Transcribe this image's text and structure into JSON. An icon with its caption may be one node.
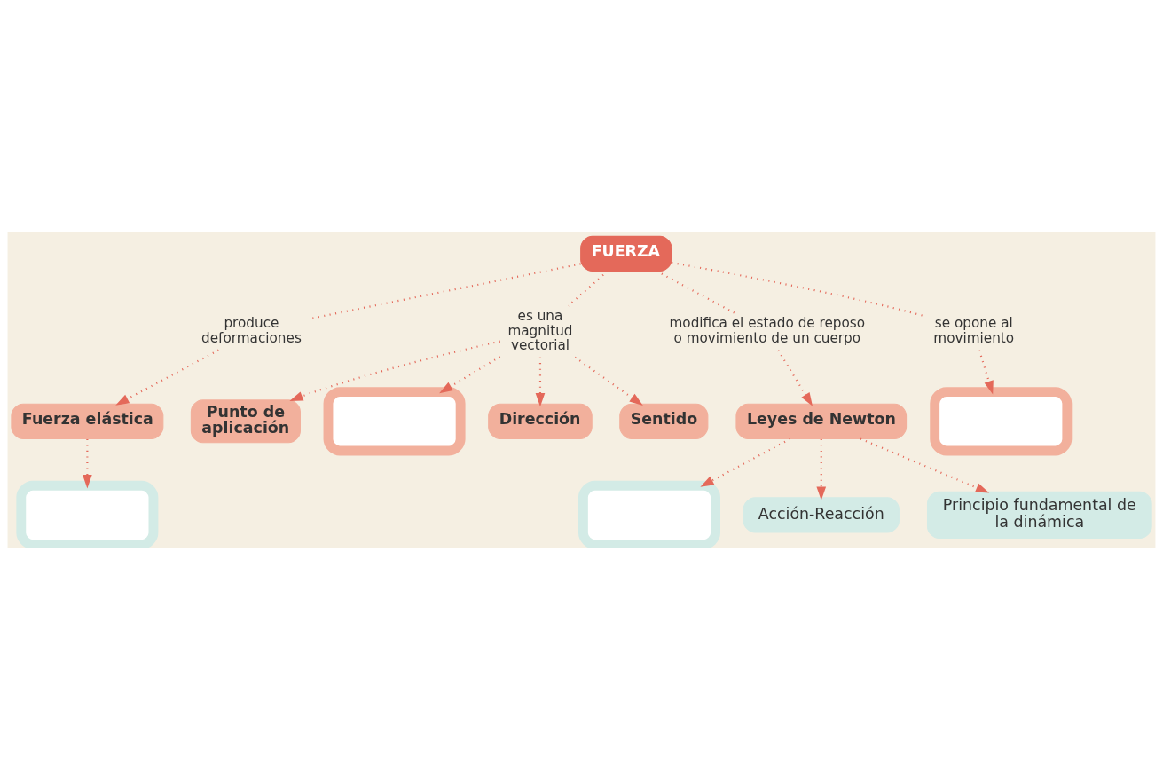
{
  "diagram": {
    "nodes": [
      {
        "text": [
          "FUERZA"
        ]
      },
      {
        "text": [
          "produce deformaciones"
        ]
      },
      {
        "text": [
          "es una magnitud vectorial"
        ]
      },
      {
        "text": [
          "modifica el estado de reposo o movimiento de un cuerpo"
        ]
      },
      {
        "text": [
          "se opone al movimiento"
        ]
      },
      {
        "text": [
          "Fuerza elástica"
        ]
      },
      {
        "text": [
          "Leyes de Newton"
        ]
      },
      {
        "text": [],
        "shape": "box"
      },
      {
        "text": [
          "Punto de aplicación"
        ]
      },
      {
        "text": [],
        "shape": "box"
      },
      {
        "text": [],
        "shape": "box"
      },
      {
        "text": [],
        "shape": "box"
      },
      {
        "text": [
          "Acción-Reacción"
        ]
      },
      {
        "text": [
          "Dirección"
        ]
      },
      {
        "text": [
          "Sentido"
        ]
      },
      {
        "text": [
          "Principio fundamental de la dinámica"
        ]
      }
    ],
    "edges": [
      {
        "from": 0,
        "to": 1,
        "arrow": "none"
      },
      {
        "from": 0,
        "to": 2,
        "arrow": "none"
      },
      {
        "from": 0,
        "to": 3,
        "arrow": "none"
      },
      {
        "from": 0,
        "to": 4,
        "arrow": "none"
      },
      {
        "from": 1,
        "to": 5,
        "arrow": "to"
      },
      {
        "from": 5,
        "to": 9,
        "arrow": "to"
      },
      {
        "from": 2,
        "to": 8,
        "arrow": "to"
      },
      {
        "from": 2,
        "to": 10,
        "arrow": "to"
      },
      {
        "from": 2,
        "to": 13,
        "arrow": "to"
      },
      {
        "from": 2,
        "to": 14,
        "arrow": "to"
      },
      {
        "from": 3,
        "to": 6,
        "arrow": "to"
      },
      {
        "from": 4,
        "to": 7,
        "arrow": "to"
      },
      {
        "from": 6,
        "to": 11,
        "arrow": "to"
      },
      {
        "from": 6,
        "to": 12,
        "arrow": "to"
      },
      {
        "from": 6,
        "to": 15,
        "arrow": "to"
      }
    ]
  }
}
